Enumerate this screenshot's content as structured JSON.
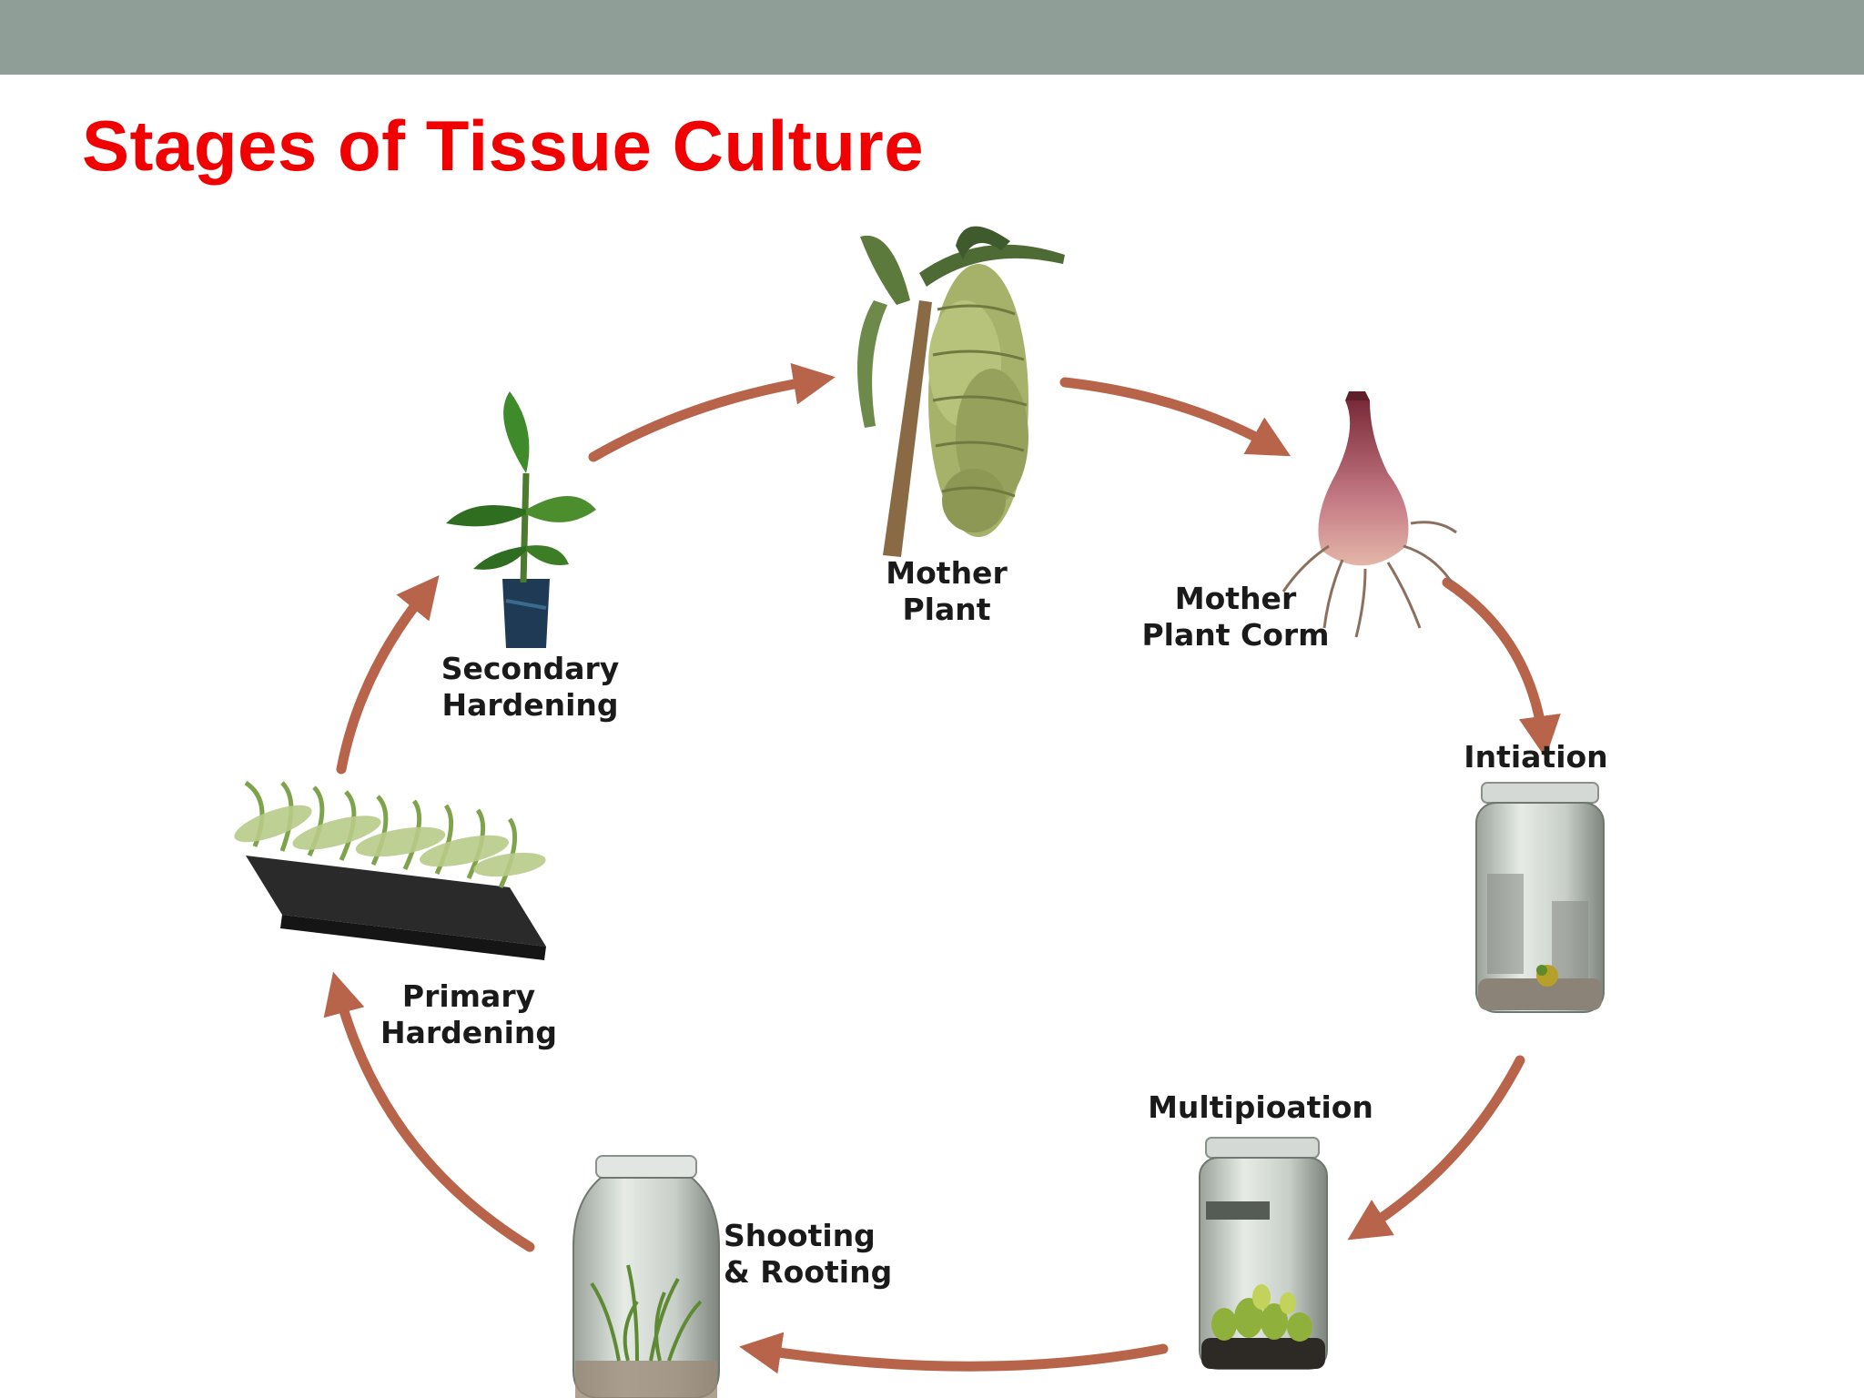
{
  "slide": {
    "title": "Stages of Tissue Culture"
  },
  "colors": {
    "header_bar": "#8f9e97",
    "title": "#f00000",
    "arrow": "#b8644a"
  },
  "diagram": {
    "type": "cycle",
    "stages": [
      {
        "id": "mother-plant",
        "lines": [
          "Mother",
          "Plant"
        ],
        "picture": "banana-plant-with-fruit-bunch"
      },
      {
        "id": "mother-plant-corm",
        "lines": [
          "Mother",
          "Plant Corm"
        ],
        "picture": "corm-with-roots"
      },
      {
        "id": "initiation",
        "lines": [
          "Intiation"
        ],
        "picture": "culture-jar-with-explant"
      },
      {
        "id": "multiplication",
        "lines": [
          "Multipioation"
        ],
        "picture": "culture-jar-with-shoots"
      },
      {
        "id": "shooting-rooting",
        "lines": [
          "Shooting",
          "& Rooting"
        ],
        "picture": "culture-jar-with-plantlets"
      },
      {
        "id": "primary-hardening",
        "lines": [
          "Primary",
          "Hardening"
        ],
        "picture": "seedling-tray"
      },
      {
        "id": "secondary-hardening",
        "lines": [
          "Secondary",
          "Hardening"
        ],
        "picture": "potted-banana-sapling"
      }
    ]
  }
}
